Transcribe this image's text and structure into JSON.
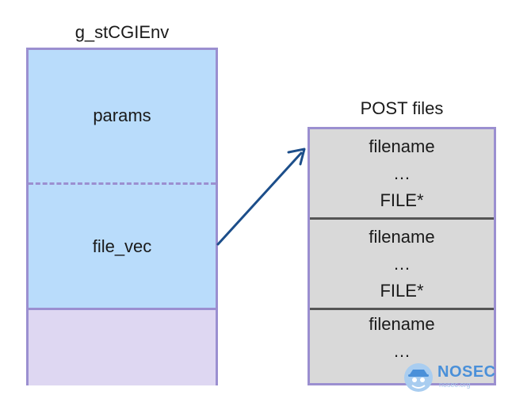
{
  "struct": {
    "title": "g_stCGIEnv",
    "fields": [
      "params",
      "file_vec"
    ]
  },
  "files": {
    "title": "POST files",
    "entries": [
      [
        "filename",
        "…",
        "FILE*"
      ],
      [
        "filename",
        "…",
        "FILE*"
      ],
      [
        "filename",
        "…"
      ]
    ]
  },
  "watermark": {
    "name": "NOSEC",
    "url": "nosec.org"
  },
  "colors": {
    "struct_fill": "#b9dcfb",
    "struct_tail": "#ded7f2",
    "border": "#9b8fd0",
    "list_fill": "#d9d9d9",
    "arrow": "#1c4e8a"
  }
}
